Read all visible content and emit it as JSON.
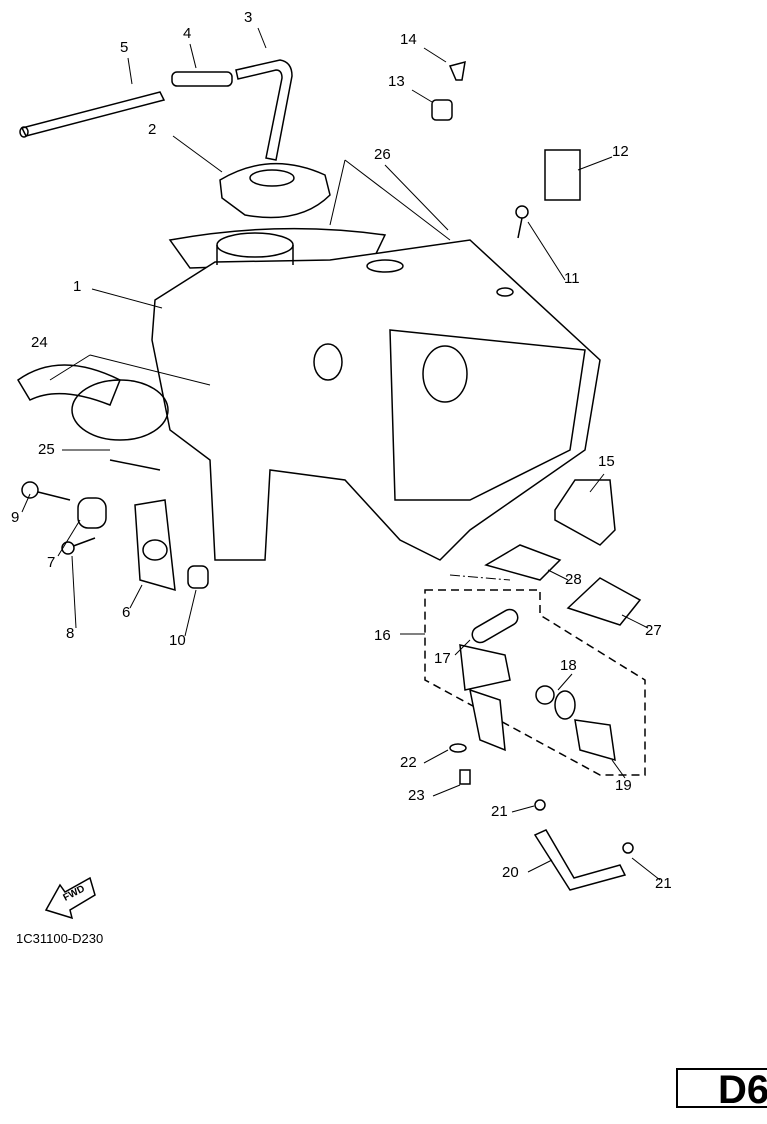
{
  "diagram": {
    "callouts": [
      {
        "id": "c3",
        "label": "3"
      },
      {
        "id": "c4",
        "label": "4"
      },
      {
        "id": "c5",
        "label": "5"
      },
      {
        "id": "c14",
        "label": "14"
      },
      {
        "id": "c13",
        "label": "13"
      },
      {
        "id": "c26",
        "label": "26"
      },
      {
        "id": "c12",
        "label": "12"
      },
      {
        "id": "c2",
        "label": "2"
      },
      {
        "id": "c11",
        "label": "11"
      },
      {
        "id": "c1",
        "label": "1"
      },
      {
        "id": "c24",
        "label": "24"
      },
      {
        "id": "c25",
        "label": "25"
      },
      {
        "id": "c15",
        "label": "15"
      },
      {
        "id": "c9",
        "label": "9"
      },
      {
        "id": "c7",
        "label": "7"
      },
      {
        "id": "c8",
        "label": "8"
      },
      {
        "id": "c6",
        "label": "6"
      },
      {
        "id": "c10",
        "label": "10"
      },
      {
        "id": "c28",
        "label": "28"
      },
      {
        "id": "c27",
        "label": "27"
      },
      {
        "id": "c16",
        "label": "16"
      },
      {
        "id": "c17",
        "label": "17"
      },
      {
        "id": "c18",
        "label": "18"
      },
      {
        "id": "c22",
        "label": "22"
      },
      {
        "id": "c19",
        "label": "19"
      },
      {
        "id": "c23",
        "label": "23"
      },
      {
        "id": "c21a",
        "label": "21"
      },
      {
        "id": "c20",
        "label": "20"
      },
      {
        "id": "c21b",
        "label": "21"
      }
    ],
    "fwd_label": "FWD",
    "diagram_code": "1C31100-D230",
    "page_code": "D6"
  }
}
